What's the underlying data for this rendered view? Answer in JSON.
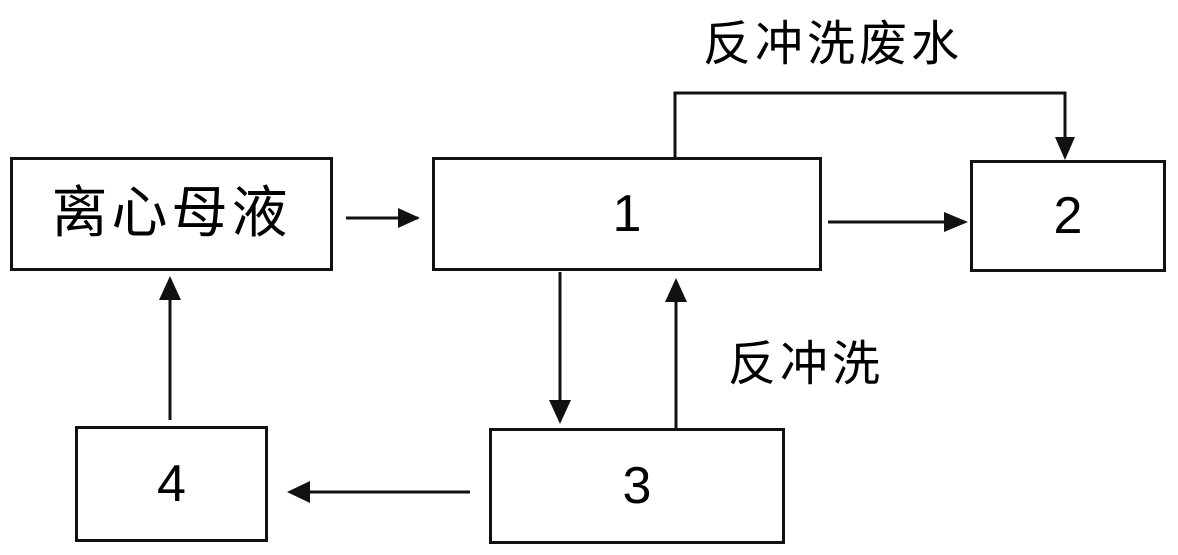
{
  "diagram": {
    "nodes": {
      "mother_liquor": "离心母液",
      "n1": "1",
      "n2": "2",
      "n3": "3",
      "n4": "4"
    },
    "edge_labels": {
      "backwash_wastewater": "反冲洗废水",
      "backwash": "反冲洗"
    }
  }
}
